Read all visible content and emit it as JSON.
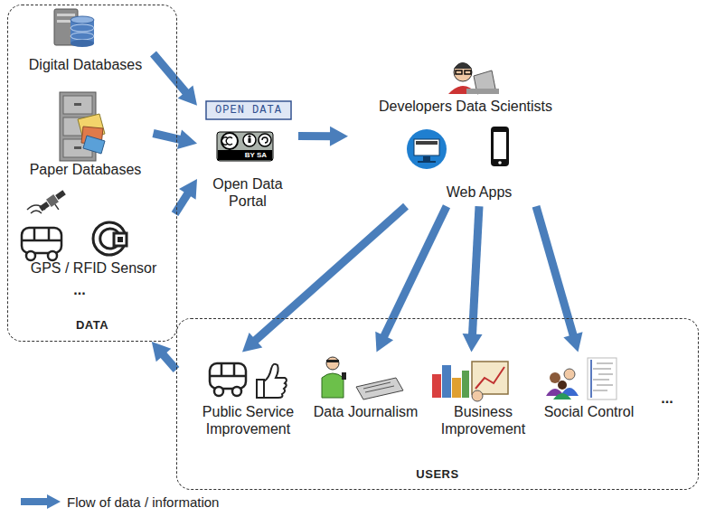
{
  "diagram": {
    "nodes": [
      {
        "text": [
          "DATA"
        ]
      },
      {
        "text": [
          "Digital Databases"
        ],
        "in": 0
      },
      {
        "text": [
          "Paper Databases"
        ],
        "in": 0
      },
      {
        "text": [
          "GPS / RFID Sensor"
        ],
        "in": 0
      },
      {
        "text": [
          "Open Data Portal"
        ]
      },
      {
        "text": [
          "Developers Data Scientists"
        ]
      },
      {
        "text": [
          "Web Apps"
        ]
      },
      {
        "text": [
          "USERS"
        ]
      },
      {
        "text": [
          "Public Service Improvement"
        ],
        "in": 7
      },
      {
        "text": [
          "Data Journalism"
        ],
        "in": 7
      },
      {
        "text": [
          "Business Improvement"
        ],
        "in": 7
      },
      {
        "text": [
          "Social Control"
        ],
        "in": 7
      }
    ],
    "edges": [
      {
        "from": 1,
        "to": 4,
        "arrow": "to"
      },
      {
        "from": 2,
        "to": 4,
        "arrow": "to"
      },
      {
        "from": 3,
        "to": 4,
        "arrow": "to"
      },
      {
        "from": 4,
        "to": 5,
        "arrow": "to"
      },
      {
        "from": 6,
        "to": 8,
        "arrow": "to"
      },
      {
        "from": 6,
        "to": 9,
        "arrow": "to"
      },
      {
        "from": 6,
        "to": 10,
        "arrow": "to"
      },
      {
        "from": 6,
        "to": 11,
        "arrow": "to"
      },
      {
        "from": 7,
        "to": 0,
        "arrow": "to"
      }
    ],
    "labels": [
      "...",
      "...",
      "OPEN DATA",
      "BY SA"
    ],
    "legend": [
      {
        "text": "Flow of data / information"
      }
    ]
  }
}
